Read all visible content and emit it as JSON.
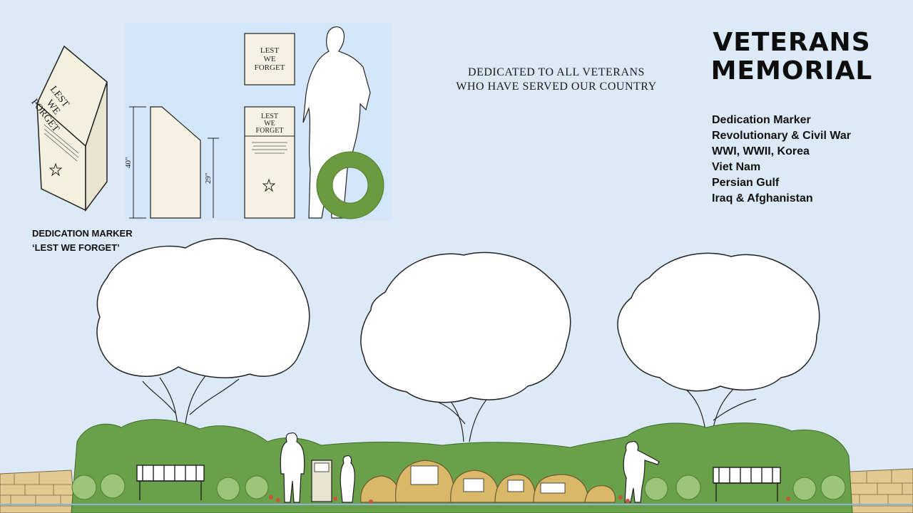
{
  "title": {
    "line1": "VETERANS",
    "line2": "MEMORIAL"
  },
  "dedication": {
    "line1": "DEDICATED TO ALL VETERANS",
    "line2": "WHO HAVE SERVED OUR COUNTRY"
  },
  "eras": [
    "Dedication Marker",
    "Revolutionary & Civil War",
    "WWI, WWII, Korea",
    "Viet Nam",
    "Persian Gulf",
    "Iraq & Afghanistan"
  ],
  "marker_caption": {
    "line1": "DEDICATION MARKER",
    "line2": "‘LEST WE FORGET’"
  },
  "marker_inscription": {
    "line1": "LEST",
    "line2": "WE",
    "line3": "FORGET"
  },
  "dimensions": {
    "tall": "40\"",
    "short": "29\""
  },
  "colors": {
    "background": "#dceaf8",
    "detail_panel": "#d3e6fa",
    "stone": "#f6f2e3",
    "wreath": "#6b9a3f",
    "hedge": "#6aa04a",
    "rock": "#d9b86a"
  }
}
